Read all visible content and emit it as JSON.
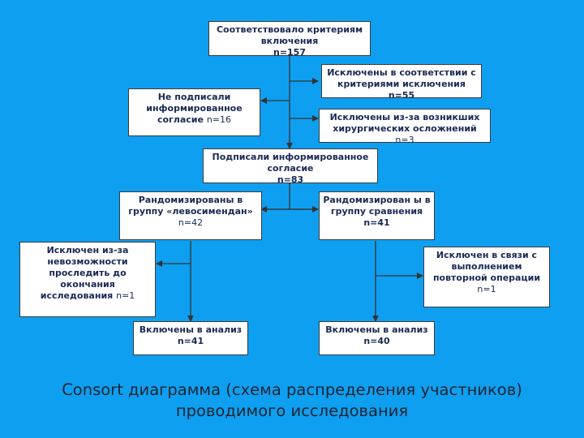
{
  "nodes": {
    "eligible": {
      "text": "Соответствовало критериям включения",
      "count": "n=157"
    },
    "excluded_criteria": {
      "text": "Исключены в соответствии с критериями исключения",
      "count": "n=55"
    },
    "no_consent": {
      "text": "Не подписали информированное согласие",
      "count": "n=16"
    },
    "excluded_complications": {
      "text": "Исключены из-за возникших хирургических осложнений",
      "count": "n=3"
    },
    "consented": {
      "text": "Подписали информированное согласие",
      "count": "n=83"
    },
    "group_levo": {
      "text": "Рандомизированы в группу «левосимендан»",
      "count": "n=42"
    },
    "group_comp": {
      "text": "Рандомизирован ы в группу сравнения",
      "count": "n=41"
    },
    "excluded_followup": {
      "text": "Исключен из-за невозможности проследить до окончания исследования",
      "count": "n=1"
    },
    "excluded_reop": {
      "text": "Исключен в связи с выполнением повторной операции",
      "count": "n=1"
    },
    "analyzed_levo": {
      "text": "Включены в анализ",
      "count": "n=41"
    },
    "analyzed_comp": {
      "text": "Включены в анализ",
      "count": "n=40"
    }
  },
  "caption": "Consort диаграмма (схема распределения участников) проводимого исследования",
  "colors": {
    "background": "#0f9ff0",
    "box": "#ffffff",
    "text": "#1a2a55",
    "line": "#333333"
  }
}
